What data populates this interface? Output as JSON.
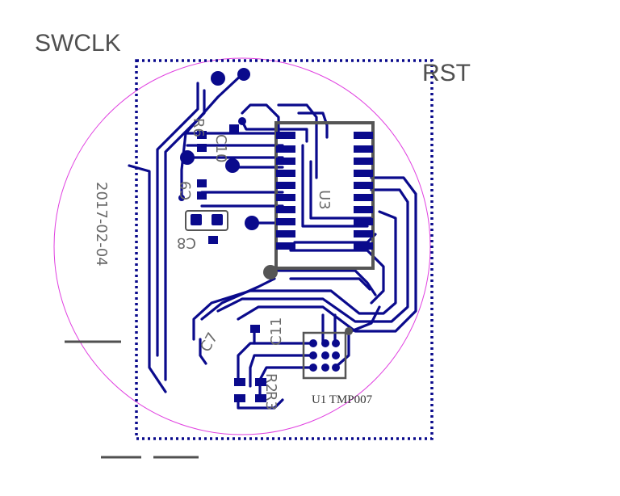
{
  "labels": {
    "swclk": "SWCLK",
    "rst": "RST",
    "date": "2017-02-04",
    "u3": "U3",
    "u1": "U1 TMP007",
    "r6": "R6",
    "c10": "C10",
    "c9": "C9",
    "c8": "C8",
    "c7": "C7",
    "c11": "C11",
    "r2": "R2",
    "r3": "R3"
  },
  "colors": {
    "copper": "#0a0a8c",
    "silkscreen": "#505050",
    "outline_circle": "#e040e0",
    "background": "#ffffff"
  }
}
